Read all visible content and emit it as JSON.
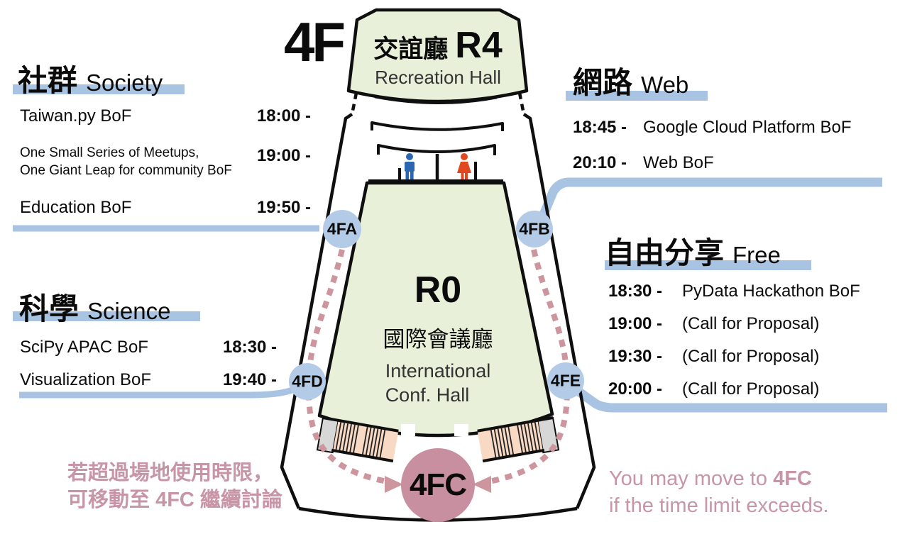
{
  "floor": {
    "label": "4F"
  },
  "rooms": {
    "r4": {
      "name_zh": "交誼廳",
      "code": "R4",
      "name_en": "Recreation Hall"
    },
    "r0": {
      "code": "R0",
      "name_zh": "國際會議廳",
      "name_en_line1": "International",
      "name_en_line2": "Conf. Hall"
    }
  },
  "nodes": {
    "a": "4FA",
    "b": "4FB",
    "c": "4FC",
    "d": "4FD",
    "e": "4FE"
  },
  "sections": {
    "society": {
      "title_zh": "社群",
      "title_en": "Society",
      "items": [
        {
          "name": "Taiwan.py BoF",
          "time": "18:00 -"
        },
        {
          "name_line1": "One Small Series of Meetups,",
          "name_line2": "One Giant Leap for community BoF",
          "time": "19:00 -"
        },
        {
          "name": "Education BoF",
          "time": "19:50 -"
        }
      ]
    },
    "science": {
      "title_zh": "科學",
      "title_en": "Science",
      "items": [
        {
          "name": "SciPy APAC BoF",
          "time": "18:30 -"
        },
        {
          "name": "Visualization BoF",
          "time": "19:40 -"
        }
      ]
    },
    "web": {
      "title_zh": "網路",
      "title_en": "Web",
      "items": [
        {
          "time": "18:45 -",
          "name": "Google Cloud Platform BoF"
        },
        {
          "time": "20:10 -",
          "name": "Web BoF"
        }
      ]
    },
    "free": {
      "title_zh": "自由分享",
      "title_en": "Free",
      "items": [
        {
          "time": "18:30 -",
          "name": "PyData Hackathon BoF"
        },
        {
          "time": "19:00 -",
          "name": "(Call for Proposal)"
        },
        {
          "time": "19:30 -",
          "name": "(Call for Proposal)"
        },
        {
          "time": "20:00 -",
          "name": "(Call for Proposal)"
        }
      ]
    }
  },
  "notes": {
    "zh": {
      "line1": "若超過場地使用時限，",
      "line2_pre": "可移動至 ",
      "line2_bold": "4FC",
      "line2_post": " 繼續討論"
    },
    "en": {
      "line1_pre": "You may move to ",
      "line1_bold": "4FC",
      "line2": "if the time limit exceeds."
    }
  },
  "icons": {
    "male_restroom": "man-pictogram",
    "female_restroom": "woman-pictogram",
    "route_arrows": "triangle-arrows-into-4FC"
  },
  "colors": {
    "accent_blue_bar": "#a9c4e2",
    "accent_blue_node": "#b4cbe8",
    "room_green": "#e9f0d9",
    "route_pink": "#cd969e",
    "hub_pink": "#c88fa0",
    "note_pink": "#c795a5",
    "stair_salmon": "#f7d9c4",
    "stair_gray": "#d7d7d7",
    "restroom_male_blue": "#2b66b0",
    "restroom_female_red": "#e2481f",
    "wall_black": "#0f0f0f"
  }
}
